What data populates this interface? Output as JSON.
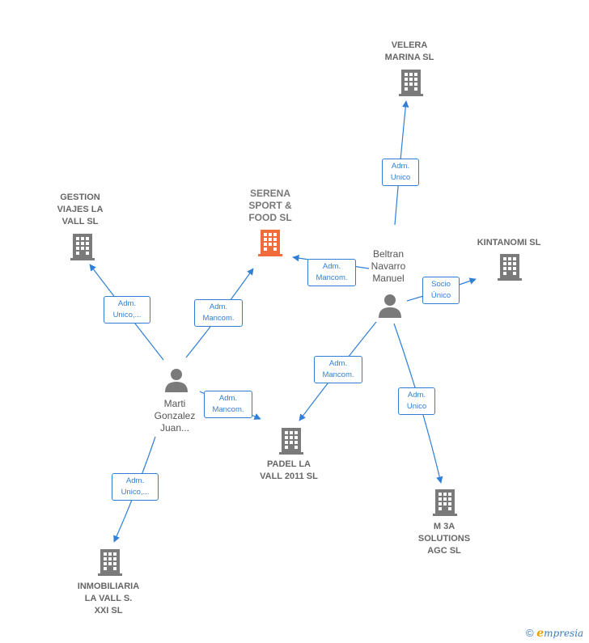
{
  "nodes": {
    "velera": {
      "label": "VELERA\nMARINA  SL",
      "kind": "company"
    },
    "serena": {
      "label": "SERENA\nSPORT &\nFOOD  SL",
      "kind": "company-main"
    },
    "gestion": {
      "label": "GESTION\nVIAJES LA\nVALL  SL",
      "kind": "company"
    },
    "kintanomi": {
      "label": "KINTANOMI  SL",
      "kind": "company"
    },
    "beltran": {
      "label": "Beltran\nNavarro\nManuel",
      "kind": "person"
    },
    "marti": {
      "label": "Marti\nGonzalez\nJuan...",
      "kind": "person"
    },
    "padel": {
      "label": "PADEL LA\nVALL 2011 SL",
      "kind": "company"
    },
    "m3a": {
      "label": "M 3A\nSOLUTIONS\nAGC  SL",
      "kind": "company"
    },
    "inmobiliaria": {
      "label": "INMOBILIARIA\nLA VALL S.\nXXI  SL",
      "kind": "company"
    }
  },
  "edges": {
    "beltran_velera": "Adm.\nUnico",
    "beltran_serena": "Adm.\nMancom.",
    "beltran_kintanomi": "Socio\nÚnico",
    "beltran_padel": "Adm.\nMancom.",
    "beltran_m3a": "Adm.\nUnico",
    "marti_gestion": "Adm.\nUnico,...",
    "marti_serena": "Adm.\nMancom.",
    "marti_padel": "Adm.\nMancom.",
    "marti_inmobiliaria": "Adm.\nUnico,..."
  },
  "colors": {
    "edge": "#2f7fd6",
    "company_icon": "#7a7a7a",
    "main_company_icon": "#f26b3a",
    "person_icon": "#7a7a7a"
  },
  "footer": {
    "copyright": "©",
    "brand_initial": "e",
    "brand_rest": "mpresia"
  }
}
